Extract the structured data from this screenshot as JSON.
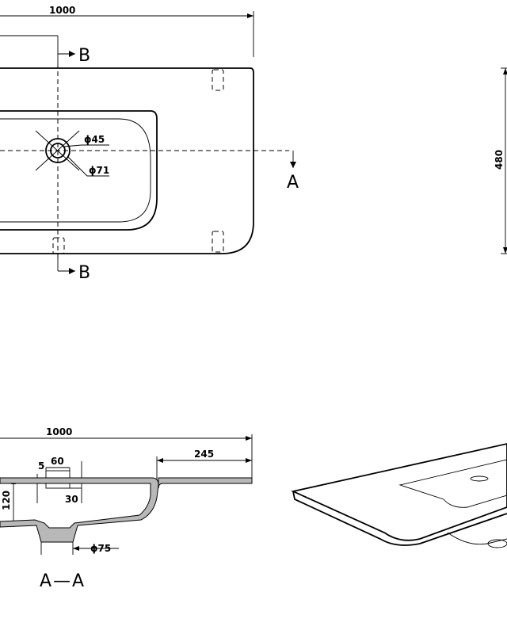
{
  "top_view": {
    "width_dim": "1000",
    "depth_dim": "480",
    "section_b_top": "B",
    "section_b_bottom": "B",
    "section_a": "A",
    "hole_inner_dim": "ϕ45",
    "hole_outer_dim": "ϕ71"
  },
  "section_view": {
    "width_dim": "1000",
    "ledge_dim": "245",
    "overflow_gap_dim": "5",
    "overflow_width_dim": "60",
    "overflow_height_dim": "30",
    "depth_dim": "120",
    "drain_dim": "ϕ75",
    "title": "A—A"
  }
}
